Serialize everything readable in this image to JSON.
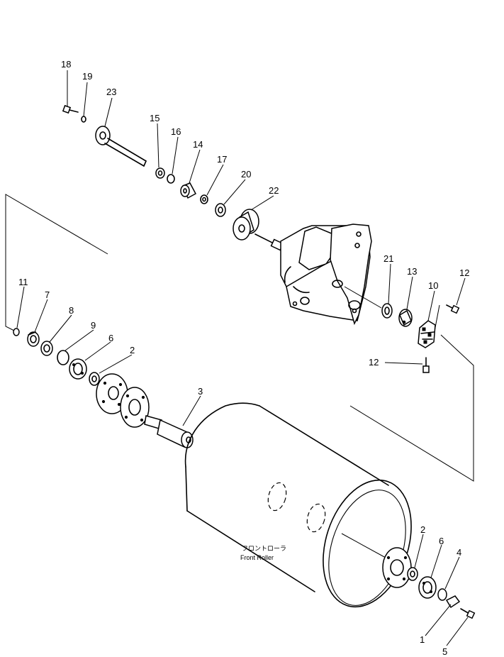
{
  "caption": {
    "japanese": "フロントローラ",
    "english": "Front Roller"
  },
  "callouts": [
    {
      "id": "c18",
      "label": "18"
    },
    {
      "id": "c19",
      "label": "19"
    },
    {
      "id": "c23",
      "label": "23"
    },
    {
      "id": "c15",
      "label": "15"
    },
    {
      "id": "c16",
      "label": "16"
    },
    {
      "id": "c14",
      "label": "14"
    },
    {
      "id": "c17",
      "label": "17"
    },
    {
      "id": "c20",
      "label": "20"
    },
    {
      "id": "c22",
      "label": "22"
    },
    {
      "id": "c21",
      "label": "21"
    },
    {
      "id": "c13",
      "label": "13"
    },
    {
      "id": "c12a",
      "label": "12"
    },
    {
      "id": "c10",
      "label": "10"
    },
    {
      "id": "c12b",
      "label": "12"
    },
    {
      "id": "c11",
      "label": "11"
    },
    {
      "id": "c7",
      "label": "7"
    },
    {
      "id": "c8",
      "label": "8"
    },
    {
      "id": "c9",
      "label": "9"
    },
    {
      "id": "c6a",
      "label": "6"
    },
    {
      "id": "c2a",
      "label": "2"
    },
    {
      "id": "c3",
      "label": "3"
    },
    {
      "id": "c2b",
      "label": "2"
    },
    {
      "id": "c6b",
      "label": "6"
    },
    {
      "id": "c4",
      "label": "4"
    },
    {
      "id": "c1",
      "label": "1"
    },
    {
      "id": "c5",
      "label": "5"
    }
  ]
}
